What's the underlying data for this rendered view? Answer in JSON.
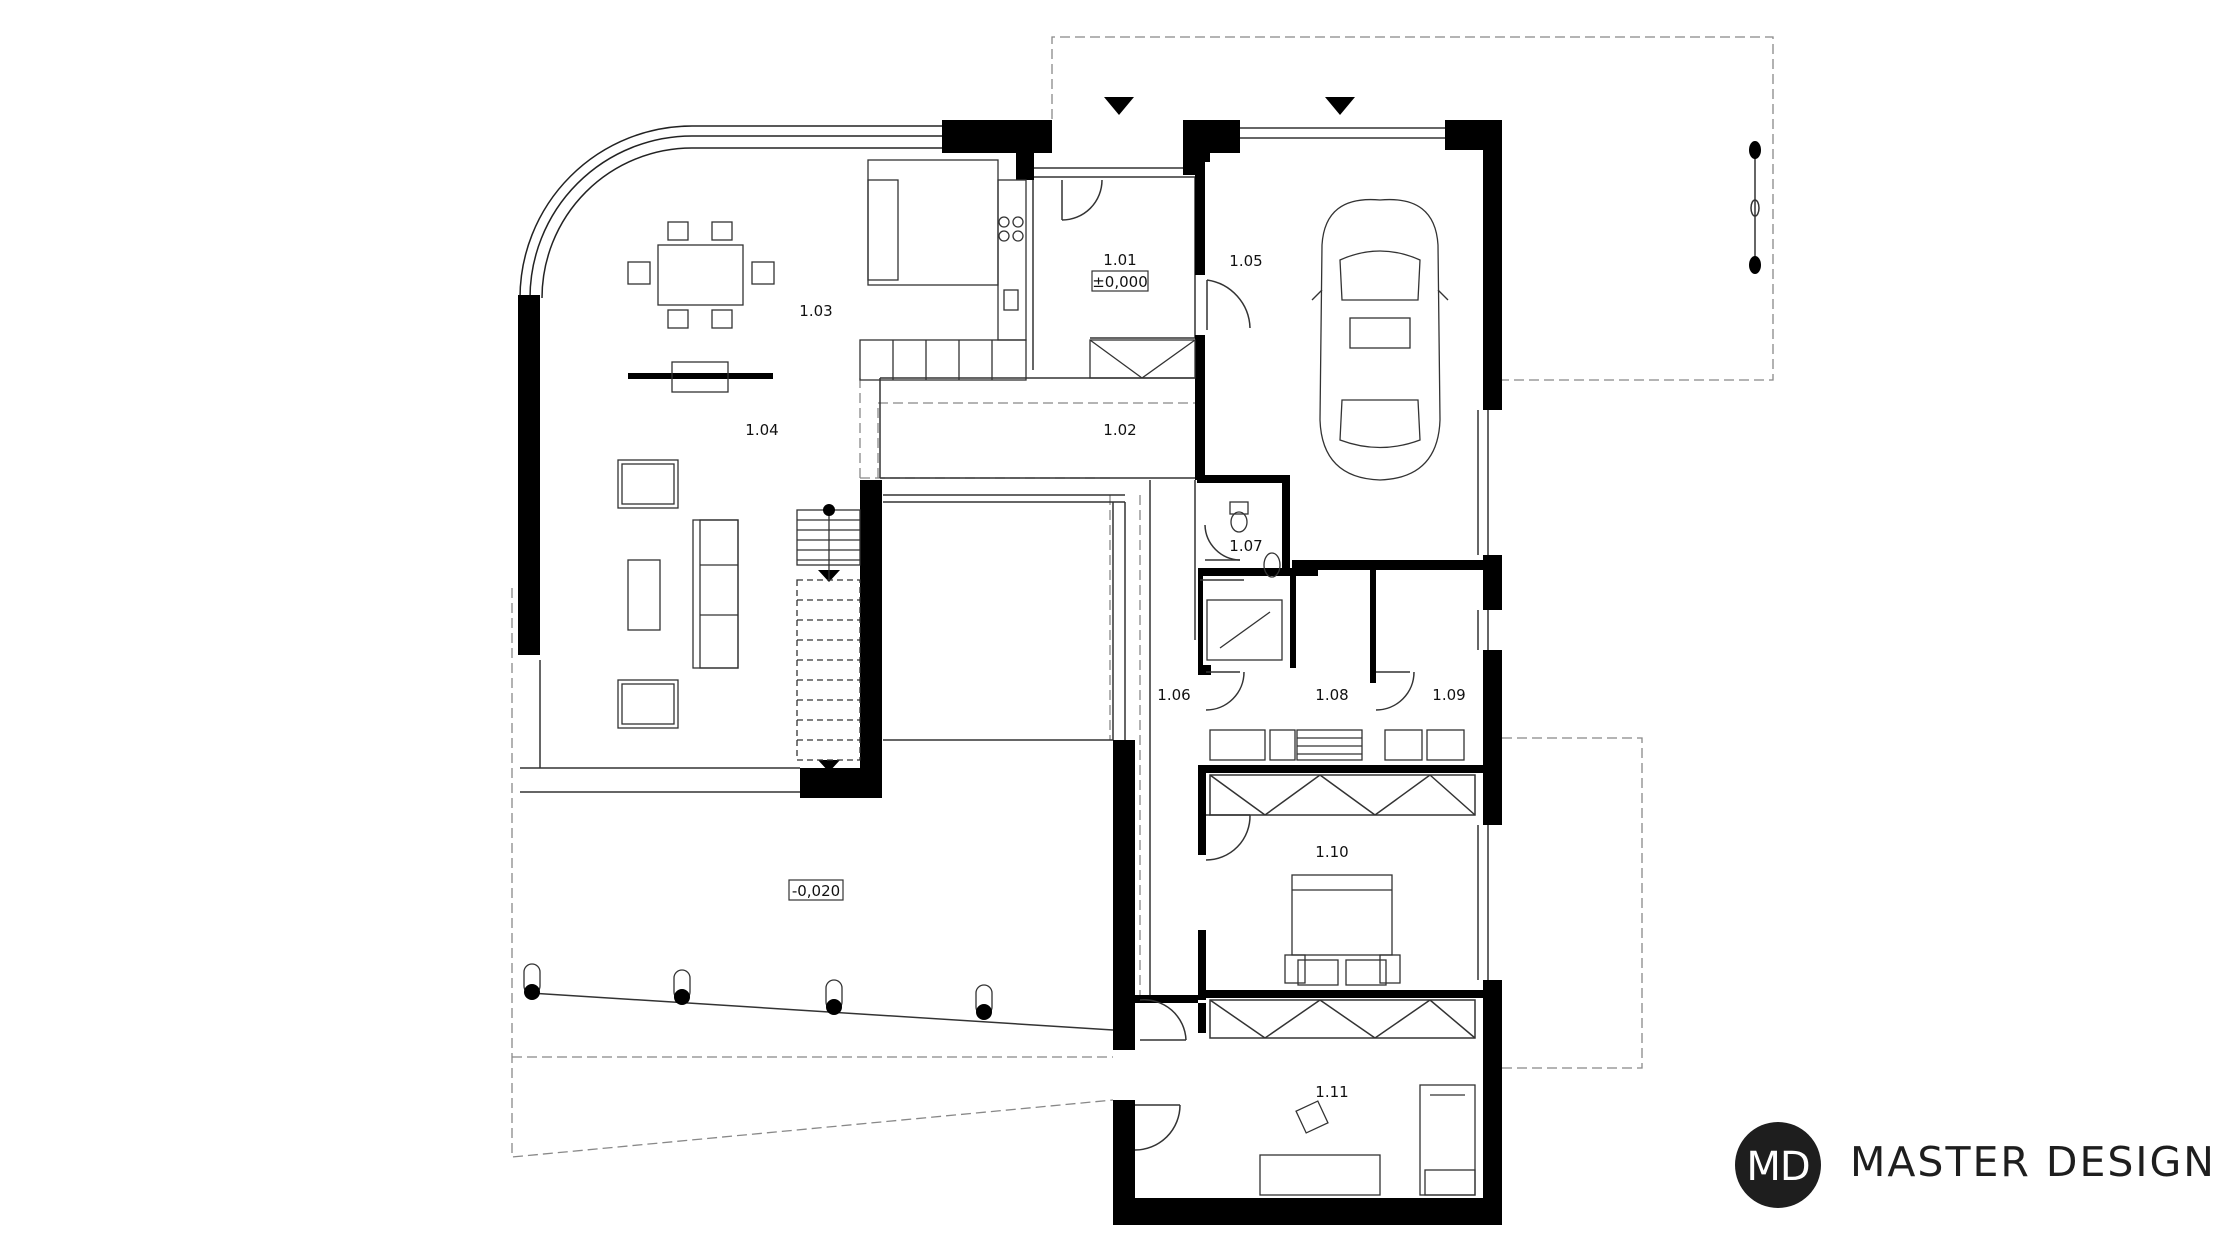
{
  "rooms": [
    {
      "id": "1.01",
      "label": "1.01"
    },
    {
      "id": "1.02",
      "label": "1.02"
    },
    {
      "id": "1.03",
      "label": "1.03"
    },
    {
      "id": "1.04",
      "label": "1.04"
    },
    {
      "id": "1.05",
      "label": "1.05"
    },
    {
      "id": "1.06",
      "label": "1.06"
    },
    {
      "id": "1.07",
      "label": "1.07"
    },
    {
      "id": "1.08",
      "label": "1.08"
    },
    {
      "id": "1.09",
      "label": "1.09"
    },
    {
      "id": "1.10",
      "label": "1.10"
    },
    {
      "id": "1.11",
      "label": "1.11"
    }
  ],
  "levels": {
    "entrance": "±0,000",
    "terrace": "-0,020"
  },
  "brand": {
    "logo": "MD",
    "name": "MASTER DESIGN"
  },
  "colors": {
    "wall": "#000000",
    "line": "#333333",
    "dashed": "#888888",
    "logo_bg": "#1e1e1e"
  }
}
